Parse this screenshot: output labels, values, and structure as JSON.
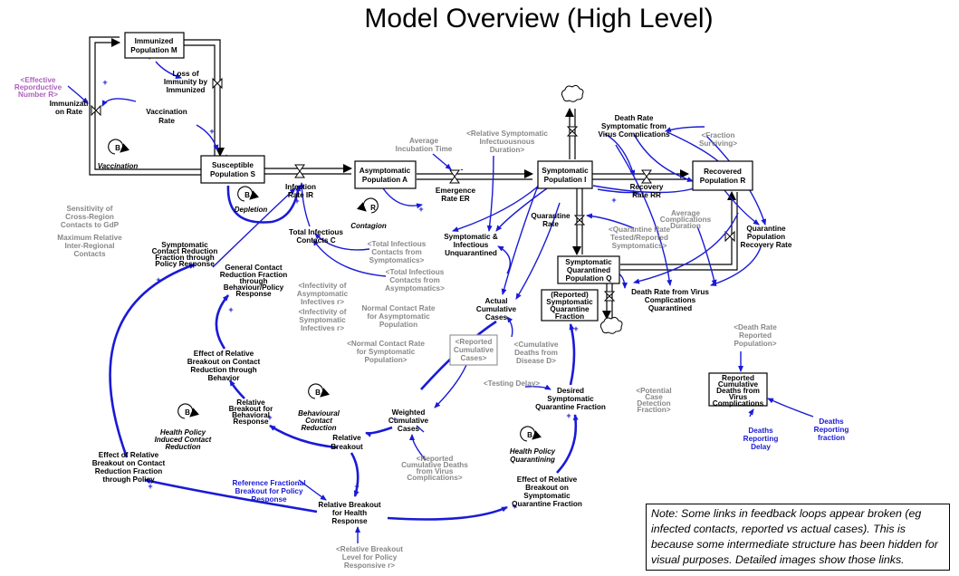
{
  "title": "Model Overview (High Level)",
  "note": "Note: Some links in feedback loops appear broken (eg infected contacts, reported vs actual cases). This is because some intermediate structure has been hidden for visual purposes. Detailed images show those links.",
  "stocks": {
    "immunized": [
      "Immunized",
      "Population M"
    ],
    "susceptible": [
      "Susceptible",
      "Population S"
    ],
    "asymptomatic": [
      "Asymptomatic",
      "Population A"
    ],
    "symptomatic": [
      "Symptomatic",
      "Population I"
    ],
    "recovered": [
      "Recovered",
      "Population R"
    ],
    "quarantined": [
      "Symptomatic",
      "Quarantined",
      "Population Q"
    ],
    "reported_fraction": [
      "(Reported)",
      "Symptomatic",
      "Quarantine",
      "Fraction"
    ],
    "reported_cum_deaths": [
      "Reported",
      "Cumulative",
      "Deaths from",
      "Virus",
      "Complications"
    ],
    "reported_cum_cases": [
      "<Reported",
      "Cumulative",
      "Cases>"
    ]
  },
  "variables": {
    "effective_r": [
      "<Effective",
      "Reporductive",
      "Number R>"
    ],
    "immunization_rate": [
      "Immunizati",
      "on Rate"
    ],
    "loss_immunity": [
      "Loss of",
      "Immunity by",
      "Immunized"
    ],
    "vaccination_rate": [
      "Vaccination",
      "Rate"
    ],
    "infection_rate": [
      "Infection",
      "Rate IR"
    ],
    "total_infectious": [
      "Total Infectious",
      "Contacts C"
    ],
    "avg_incubation": [
      "Average",
      "Incubation Time"
    ],
    "emergence_rate": [
      "Emergence",
      "Rate ER"
    ],
    "rel_symp_duration": [
      "<Relative Symptomatic",
      "Infectuousnous",
      "Duration>"
    ],
    "death_rate_symp": [
      "Death Rate",
      "Symptomatic from",
      "Virus Complications"
    ],
    "fraction_surviving": [
      "<Fraction",
      "Surviving>"
    ],
    "recovery_rate": [
      "Recovery",
      "Rate RR"
    ],
    "avg_complications": [
      "Average",
      "Complications",
      "Duration"
    ],
    "quarantine_rate": [
      "Quarantine",
      "Rate"
    ],
    "symp_unquarantined": [
      "Symptomatic &",
      "Infectious",
      "Unquarantined"
    ],
    "q_rate_tested": [
      "<Quarantine Rate",
      "Tested/Reported",
      "Symptomatics>"
    ],
    "q_pop_recovery": [
      "Quarantine",
      "Population",
      "Recovery Rate"
    ],
    "death_rate_q": [
      "Death Rate from Virus",
      "Complications",
      "Quarantined"
    ],
    "sensitivity": [
      "Sensitivity of",
      "Cross-Region",
      "Contacts to GdP"
    ],
    "max_rel_interregional": [
      "Maximum Relative",
      "Inter-Regional",
      "Contacts"
    ],
    "symp_contact_reduction": [
      "Symptomatic",
      "Contact Reduction",
      "Fraction through",
      "Policy Response"
    ],
    "general_contact_reduction": [
      "General Contact",
      "Reduction Fraction",
      "through",
      "Behaviour/Policy",
      "Response"
    ],
    "total_inf_symp": [
      "<Total Infectious",
      "Contacts from",
      "Symptomatics>"
    ],
    "total_inf_asymp": [
      "<Total Infectious",
      "Contacts from",
      "Asymptomatics>"
    ],
    "infectivity_asymp": [
      "<Infectivity of",
      "Asymptomatic",
      "Infectives r>"
    ],
    "infectivity_symp": [
      "<Infectivity of",
      "Symptomatic",
      "Infectives r>"
    ],
    "normal_contact_asymp": [
      "Normal Contact Rate",
      "for Asymptomatic",
      "Population"
    ],
    "normal_contact_symp": [
      "<Normal Contact Rate",
      "for Symptomatic",
      "Population>"
    ],
    "actual_cum_cases": [
      "Actual",
      "Cumulative",
      "Cases"
    ],
    "cum_deaths_disease": [
      "<Cumulative",
      "Deaths from",
      "Disease D>"
    ],
    "testing_delay": [
      "<Testing Delay>"
    ],
    "desired_symp_q": [
      "Desired",
      "Symptomatic",
      "Quarantine Fraction"
    ],
    "potential_case": [
      "<Potential",
      "Case",
      "Detection",
      "Fraction>"
    ],
    "death_rate_reported_pop": [
      "<Death Rate",
      "Reported",
      "Population>"
    ],
    "deaths_reporting_delay": [
      "Deaths",
      "Reporting",
      "Delay"
    ],
    "deaths_reporting_fraction": [
      "Deaths",
      "Reporting",
      "fraction"
    ],
    "effect_rel_breakout_behavior": [
      "Effect of Relative",
      "Breakout on Contact",
      "Reduction through",
      "Behavior"
    ],
    "rel_breakout_behavioral": [
      "Relative",
      "Breakout for",
      "Behavioral",
      "Response"
    ],
    "weighted_cum_cases": [
      "Weighted",
      "Cumulative",
      "Cases"
    ],
    "relative_breakout": [
      "Relative",
      "Breakout"
    ],
    "reported_cum_deaths_virus": [
      "<Reported",
      "Cumulative Deaths",
      "from Virus",
      "Complications>"
    ],
    "effect_rel_breakout_policy": [
      "Effect of Relative",
      "Breakout on Contact",
      "Reduction Fraction",
      "through Policy"
    ],
    "reference_fractional": [
      "Reference Fractional",
      "Breakout for Policy",
      "Response"
    ],
    "rel_breakout_health": [
      "Relative Breakout",
      "for Health",
      "Response"
    ],
    "effect_rel_breakout_symp_q": [
      "Effect of Relative",
      "Breakout on",
      "Symptomatic",
      "Quarantine Fraction"
    ],
    "rel_breakout_level": [
      "<Relative Breakout",
      "Level for Policy",
      "Responsive r>"
    ]
  },
  "loops": {
    "vaccination": {
      "symbol": "B",
      "name": [
        "Vaccination"
      ]
    },
    "depletion": {
      "symbol": "B",
      "name": [
        "Depletion"
      ]
    },
    "contagion": {
      "symbol": "R",
      "name": [
        "Contagion"
      ]
    },
    "behavioural": {
      "symbol": "B",
      "name": [
        "Behavioural",
        "Contact",
        "Reduction"
      ]
    },
    "health_policy_contact": {
      "symbol": "B",
      "name": [
        "Health Policy",
        "Induced Contact",
        "Reduction"
      ]
    },
    "health_policy_q": {
      "symbol": "B",
      "name": [
        "Health Policy",
        "Quarantining"
      ]
    }
  },
  "colors": {
    "link": "#1a1ad6",
    "shadow": "#888888",
    "input": "#b060c0",
    "flow": "#000000"
  }
}
